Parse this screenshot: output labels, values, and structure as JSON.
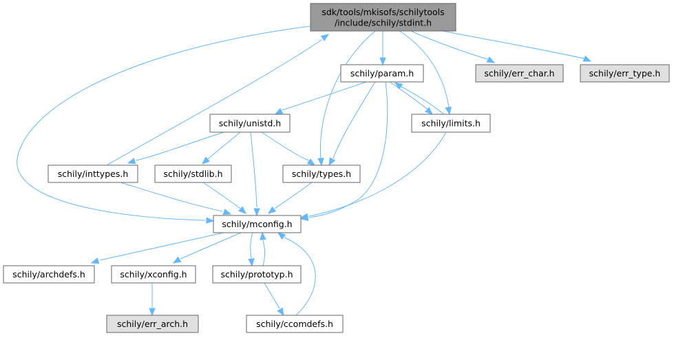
{
  "title": "Include dependency graph for stdint.h",
  "colors": {
    "edge": "#63b8ff",
    "root_fill": "#999999",
    "external_fill": "#e0e0e0",
    "normal_fill": "#ffffff",
    "border": "#666666"
  },
  "nodes": [
    {
      "id": "stdint",
      "lines": [
        "sdk/tools/mkisofs/schilytools",
        "/include/schily/stdint.h"
      ],
      "kind": "root"
    },
    {
      "id": "param",
      "lines": [
        "schily/param.h"
      ],
      "kind": "normal"
    },
    {
      "id": "err_char",
      "lines": [
        "schily/err_char.h"
      ],
      "kind": "external"
    },
    {
      "id": "err_type",
      "lines": [
        "schily/err_type.h"
      ],
      "kind": "external"
    },
    {
      "id": "unistd",
      "lines": [
        "schily/unistd.h"
      ],
      "kind": "normal"
    },
    {
      "id": "limits",
      "lines": [
        "schily/limits.h"
      ],
      "kind": "normal"
    },
    {
      "id": "inttypes",
      "lines": [
        "schily/inttypes.h"
      ],
      "kind": "normal"
    },
    {
      "id": "stdlib",
      "lines": [
        "schily/stdlib.h"
      ],
      "kind": "normal"
    },
    {
      "id": "types",
      "lines": [
        "schily/types.h"
      ],
      "kind": "normal"
    },
    {
      "id": "mconfig",
      "lines": [
        "schily/mconfig.h"
      ],
      "kind": "normal"
    },
    {
      "id": "archdefs",
      "lines": [
        "schily/archdefs.h"
      ],
      "kind": "normal"
    },
    {
      "id": "xconfig",
      "lines": [
        "schily/xconfig.h"
      ],
      "kind": "normal"
    },
    {
      "id": "prototyp",
      "lines": [
        "schily/prototyp.h"
      ],
      "kind": "normal"
    },
    {
      "id": "err_arch",
      "lines": [
        "schily/err_arch.h"
      ],
      "kind": "external"
    },
    {
      "id": "ccomdefs",
      "lines": [
        "schily/ccomdefs.h"
      ],
      "kind": "normal"
    }
  ],
  "edges": [
    {
      "from": "stdint",
      "to": "param"
    },
    {
      "from": "stdint",
      "to": "err_char"
    },
    {
      "from": "stdint",
      "to": "err_type"
    },
    {
      "from": "stdint",
      "to": "limits"
    },
    {
      "from": "stdint",
      "to": "types"
    },
    {
      "from": "stdint",
      "to": "mconfig"
    },
    {
      "from": "inttypes",
      "to": "stdint"
    },
    {
      "from": "param",
      "to": "unistd"
    },
    {
      "from": "param",
      "to": "limits"
    },
    {
      "from": "param",
      "to": "types"
    },
    {
      "from": "param",
      "to": "mconfig"
    },
    {
      "from": "limits",
      "to": "param"
    },
    {
      "from": "limits",
      "to": "mconfig"
    },
    {
      "from": "unistd",
      "to": "inttypes"
    },
    {
      "from": "unistd",
      "to": "stdlib"
    },
    {
      "from": "unistd",
      "to": "types"
    },
    {
      "from": "unistd",
      "to": "mconfig"
    },
    {
      "from": "inttypes",
      "to": "mconfig"
    },
    {
      "from": "stdlib",
      "to": "mconfig"
    },
    {
      "from": "types",
      "to": "mconfig"
    },
    {
      "from": "mconfig",
      "to": "archdefs"
    },
    {
      "from": "mconfig",
      "to": "xconfig"
    },
    {
      "from": "mconfig",
      "to": "prototyp"
    },
    {
      "from": "prototyp",
      "to": "mconfig"
    },
    {
      "from": "xconfig",
      "to": "err_arch"
    },
    {
      "from": "prototyp",
      "to": "ccomdefs"
    },
    {
      "from": "ccomdefs",
      "to": "mconfig"
    }
  ]
}
